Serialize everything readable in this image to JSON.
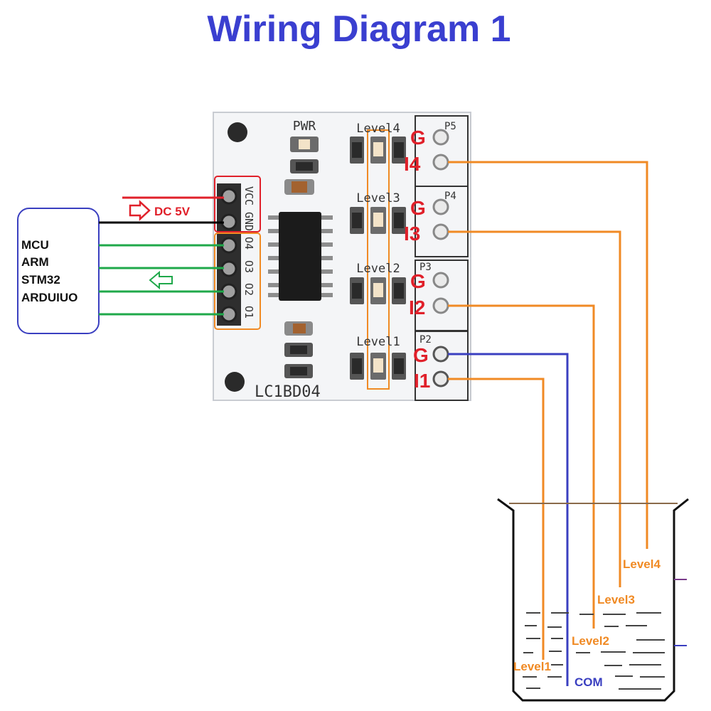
{
  "title": "Wiring Diagram 1",
  "colors": {
    "title": "#3a3fd0",
    "power_wire": "#e0202a",
    "ground_wire": "#000000",
    "signal_wire": "#1fa84a",
    "level_wire": "#f08a24",
    "com_wire": "#3a3fc0",
    "mcu_box": "#3a3fc0",
    "board": "#f4f5f7",
    "terminal_label": "#e0202a",
    "highlight_box": "#f08a24"
  },
  "mcu": {
    "lines": [
      "MCU",
      "ARM",
      "STM32",
      "ARDUIUO"
    ]
  },
  "power": {
    "label": "DC 5V"
  },
  "board": {
    "model": "LC1BD04",
    "pwr_label": "PWR",
    "header_pins": [
      "VCC",
      "GND",
      "O4",
      "O3",
      "O2",
      "O1"
    ],
    "channels": [
      {
        "level": "Level4",
        "port": "P5",
        "g": "G",
        "i": "I4"
      },
      {
        "level": "Level3",
        "port": "P4",
        "g": "G",
        "i": "I3"
      },
      {
        "level": "Level2",
        "port": "P3",
        "g": "G",
        "i": "I2"
      },
      {
        "level": "Level1",
        "port": "P2",
        "g": "G",
        "i": "I1"
      }
    ]
  },
  "tank": {
    "probes": [
      "Level4",
      "Level3",
      "Level2",
      "Level1"
    ],
    "com": "COM"
  }
}
